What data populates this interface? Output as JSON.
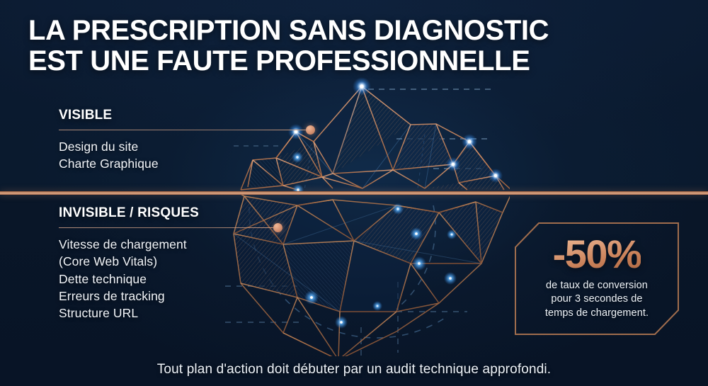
{
  "title": {
    "line1": "LA PRESCRIPTION SANS DIAGNOSTIC",
    "line2": "EST UNE FAUTE PROFESSIONNELLE"
  },
  "visible_block": {
    "heading": "VISIBLE",
    "items": [
      "Design du site",
      "Charte Graphique"
    ]
  },
  "invisible_block": {
    "heading": "INVISIBLE / RISQUES",
    "items": [
      "Vitesse de chargement",
      "(Core Web Vitals)",
      "Dette technique",
      "Erreurs de tracking",
      "Structure URL"
    ]
  },
  "callout": {
    "stat": "-50%",
    "caption_line1": "de taux de conversion",
    "caption_line2": "pour 3 secondes de",
    "caption_line3": "temps de chargement."
  },
  "footer": {
    "text": "Tout plan d'action doit débuter par un audit technique approfondi."
  },
  "colors": {
    "background": "#081426",
    "copper": "#c9835c",
    "copper_light": "#f0bb97",
    "waterline": "#c98e6b",
    "text_primary": "#ffffff",
    "node_glow": "#4ea8ff"
  }
}
